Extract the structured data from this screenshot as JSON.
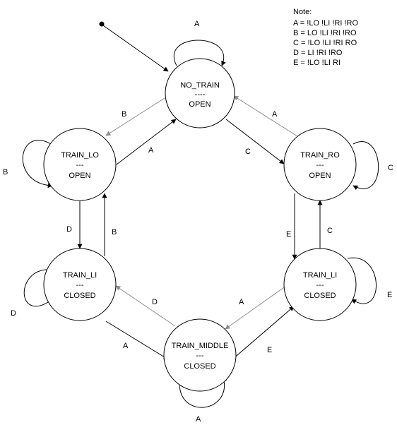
{
  "note": {
    "title": "Note:",
    "lines": [
      "A = !LO !LI !RI !RO",
      "B = LO !LI !RI !RO",
      "C = !LO !LI !RI RO",
      "D = LI !RI !RO",
      "E = !LO !LI RI"
    ]
  },
  "states": {
    "no_train": {
      "name": "NO_TRAIN",
      "sep": "----",
      "status": "OPEN"
    },
    "train_lo": {
      "name": "TRAIN_LO",
      "sep": "---",
      "status": "OPEN"
    },
    "train_ro": {
      "name": "TRAIN_RO",
      "sep": "---",
      "status": "OPEN"
    },
    "train_li_left": {
      "name": "TRAIN_LI",
      "sep": "---",
      "status": "CLOSED"
    },
    "train_li_right": {
      "name": "TRAIN_LI",
      "sep": "---",
      "status": "CLOSED"
    },
    "train_middle": {
      "name": "TRAIN_MIDDLE",
      "sep": "---",
      "status": "CLOSED"
    }
  },
  "edge_labels": {
    "loop_no_train": "A",
    "no_train_to_lo": "B",
    "lo_to_no_train": "A",
    "no_train_to_ro": "C",
    "ro_to_no_train": "A",
    "loop_lo": "B",
    "loop_ro": "C",
    "lo_to_li": "D",
    "li_to_lo": "B",
    "ro_to_li": "E",
    "li_to_ro": "C",
    "loop_li_left": "D",
    "loop_li_right": "E",
    "middle_to_li_left": "D",
    "li_left_to_middle": "A",
    "li_right_to_middle": "A",
    "middle_to_li_right": "E",
    "loop_middle": "A"
  }
}
